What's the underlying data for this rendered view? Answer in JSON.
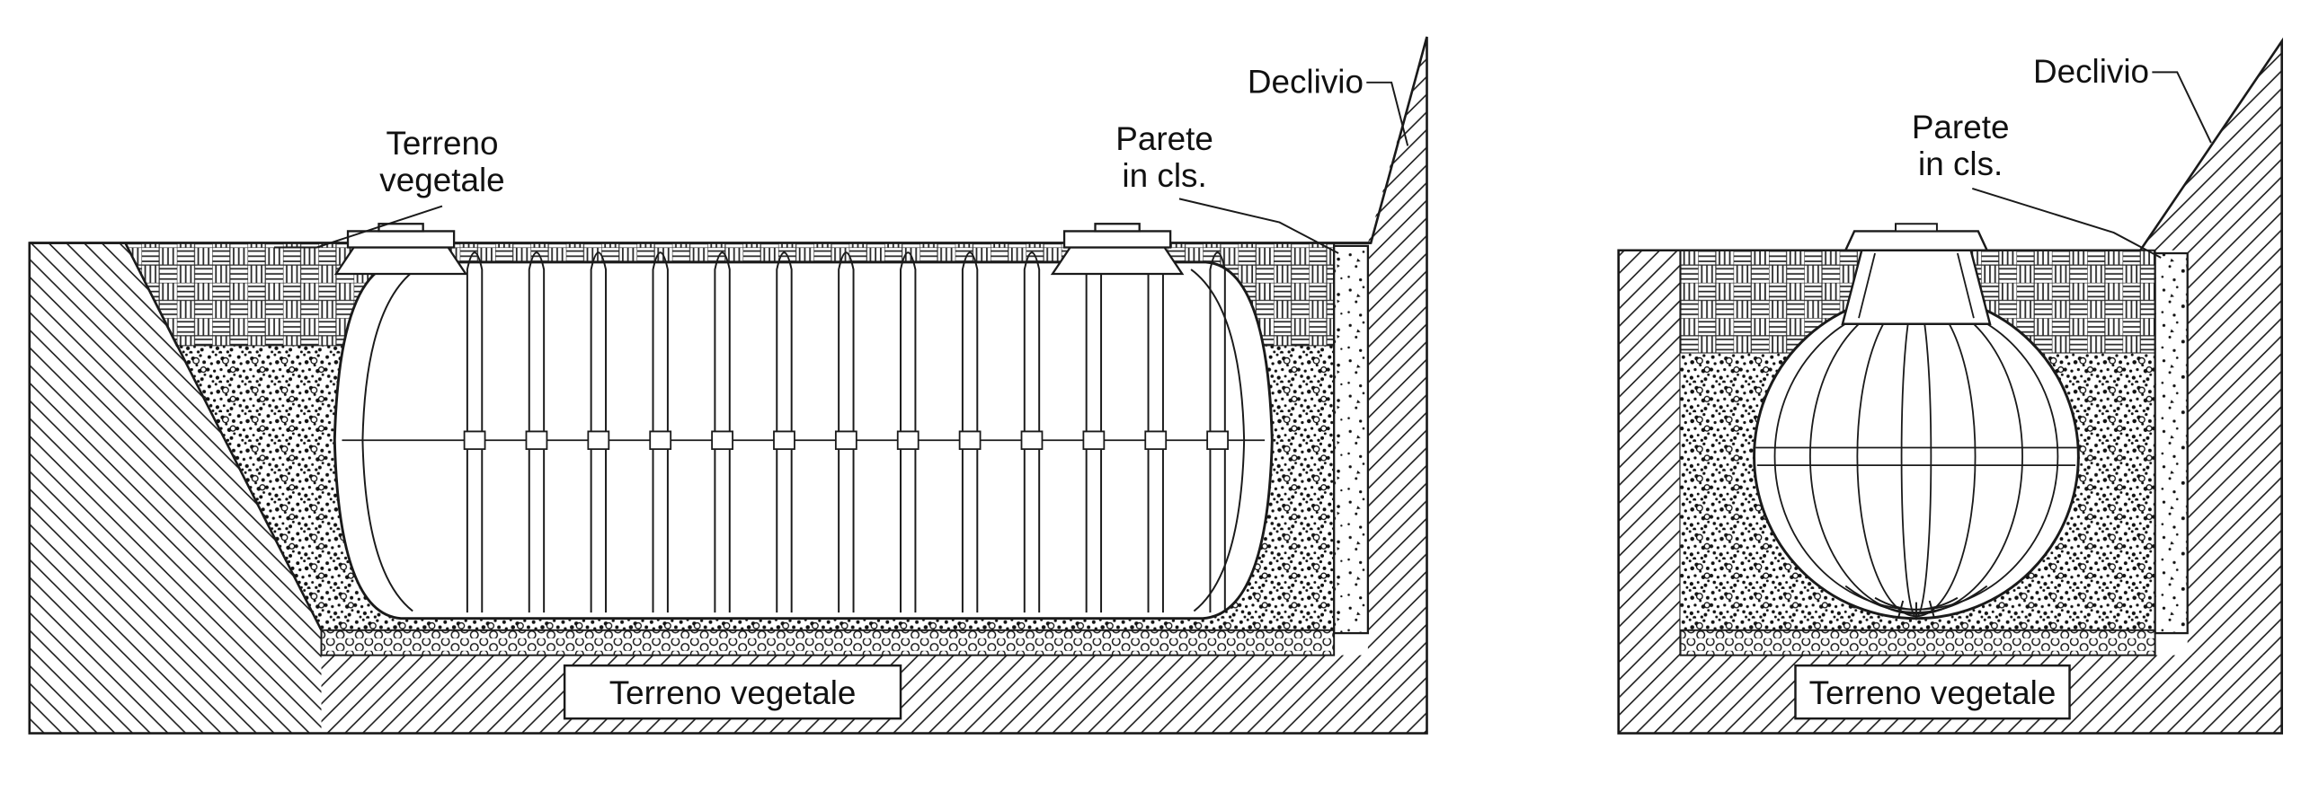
{
  "colors": {
    "background": "#ffffff",
    "line": "#1a1a1a"
  },
  "left_diagram": {
    "labels": {
      "topsoil_line1": "Terreno",
      "topsoil_line2": "vegetale",
      "wall_line1": "Parete",
      "wall_line2": "in cls.",
      "slope": "Declivio",
      "caption": "Terreno vegetale"
    }
  },
  "right_diagram": {
    "labels": {
      "wall_line1": "Parete",
      "wall_line2": "in cls.",
      "slope": "Declivio",
      "caption": "Terreno vegetale"
    }
  }
}
